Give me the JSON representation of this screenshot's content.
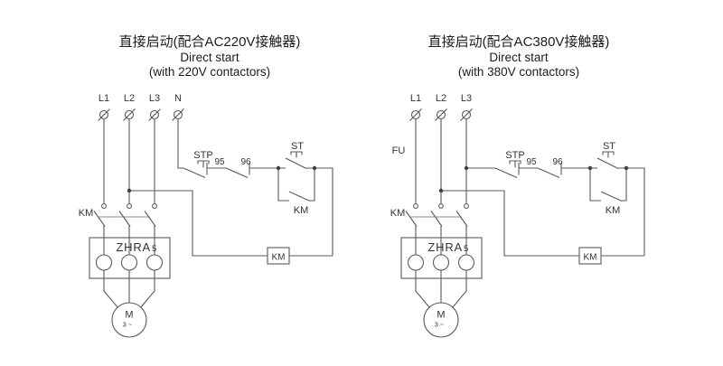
{
  "canvas": {
    "background": "#ffffff",
    "line_color": "#5a5a5a",
    "text_color": "#333333"
  },
  "diagram_220v": {
    "title_zh": "直接启动(配合AC220V接触器)",
    "title_en": "Direct start",
    "title_sub": "(with 220V contactors)",
    "terminals": [
      "L1",
      "L2",
      "L3",
      "N"
    ],
    "stop_button_label": "STP",
    "overload_terminal_95": "95",
    "overload_terminal_96": "96",
    "start_button_label": "ST",
    "aux_contact_label": "KM",
    "main_contact_label": "KM",
    "coil_label": "KM",
    "relay_model": "ZHRA",
    "relay_model_sub": "5",
    "motor_label": "M",
    "motor_phase": "3 ~"
  },
  "diagram_380v": {
    "title_zh": "直接启动(配合AC380V接触器)",
    "title_en": "Direct start",
    "title_sub": "(with 380V contactors)",
    "terminals": [
      "L1",
      "L2",
      "L3"
    ],
    "fuse_label": "FU",
    "stop_button_label": "STP",
    "overload_terminal_95": "95",
    "overload_terminal_96": "96",
    "start_button_label": "ST",
    "aux_contact_label": "KM",
    "main_contact_label": "KM",
    "coil_label": "KM",
    "relay_model": "ZHRA",
    "relay_model_sub": "5",
    "motor_label": "M",
    "motor_phase": "3 ~"
  }
}
